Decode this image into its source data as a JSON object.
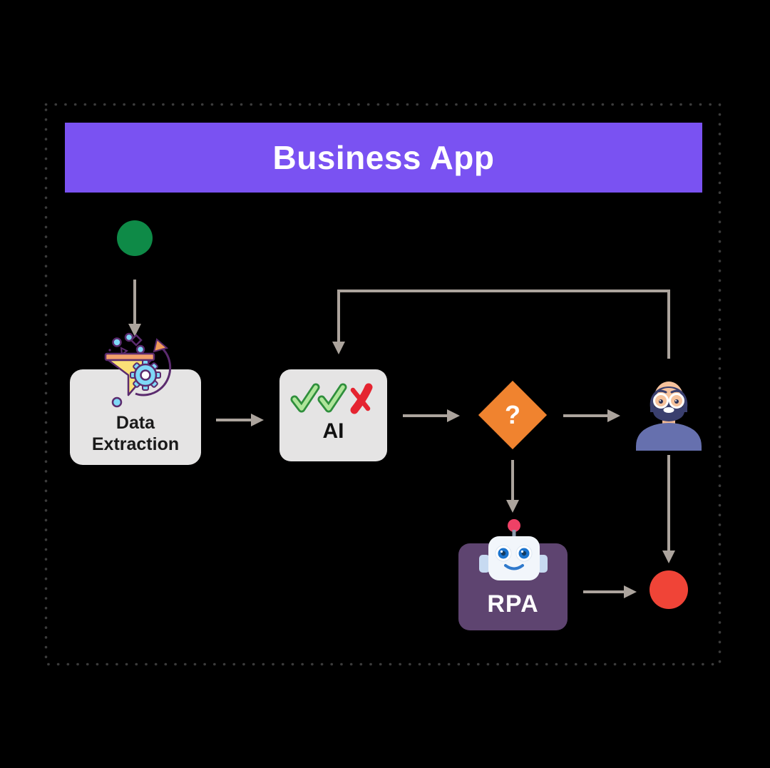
{
  "banner": {
    "title": "Business App",
    "bg_color": "#7A52F2",
    "text_color": "#FFFFFF"
  },
  "flow": {
    "start": {
      "type": "start-node",
      "color": "#0E8A47"
    },
    "data_extraction": {
      "label_lines": [
        "Data",
        "Extraction"
      ],
      "icon": "funnel-gear-icon",
      "bg_color": "#E5E4E4"
    },
    "ai": {
      "label": "AI",
      "icon": "checkmarks-cross-icon",
      "bg_color": "#E5E4E4"
    },
    "decision": {
      "label": "?",
      "shape": "diamond",
      "color": "#F0832F"
    },
    "human_review": {
      "icon": "person-icon",
      "shirt_color": "#6670AE"
    },
    "rpa": {
      "label": "RPA",
      "icon": "robot-icon",
      "bg_color": "#5E4470"
    },
    "end": {
      "type": "end-node",
      "color": "#F04437"
    }
  },
  "connectors": {
    "color": "#ACA49D"
  },
  "border": {
    "style": "dotted",
    "color": "#3B3B3B"
  }
}
